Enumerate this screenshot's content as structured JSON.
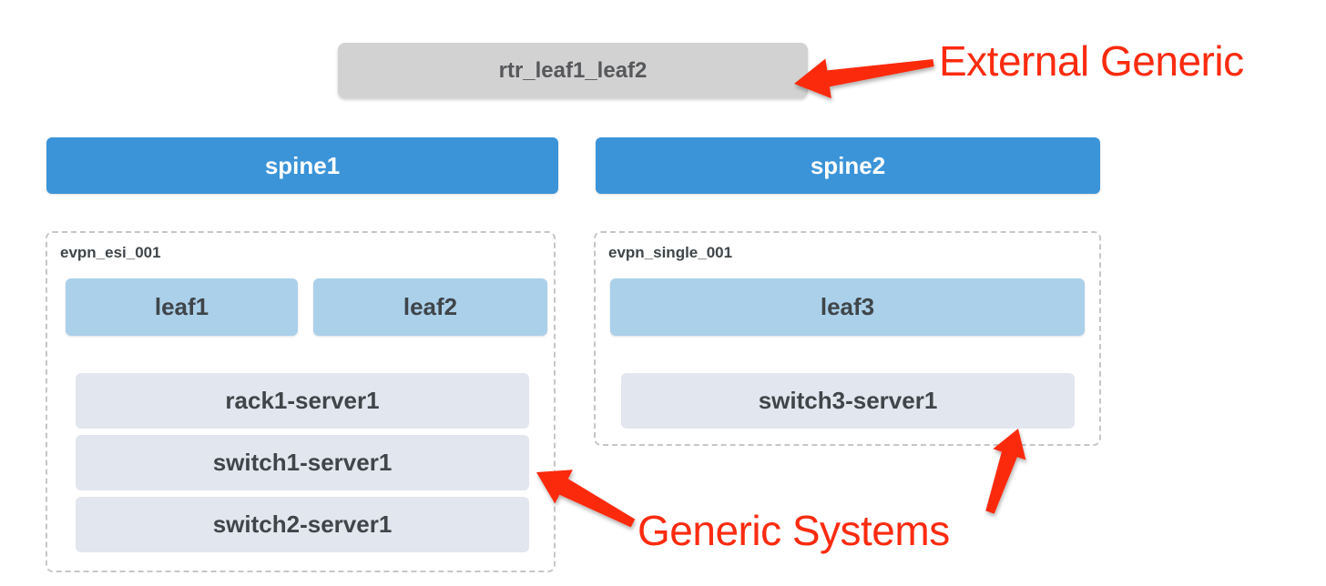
{
  "annotations": {
    "external_generic": "External Generic",
    "generic_systems": "Generic Systems"
  },
  "topology": {
    "external": {
      "label": "rtr_leaf1_leaf2"
    },
    "spines": [
      {
        "label": "spine1"
      },
      {
        "label": "spine2"
      }
    ],
    "groups": [
      {
        "label": "evpn_esi_001",
        "leafs": [
          {
            "label": "leaf1"
          },
          {
            "label": "leaf2"
          }
        ],
        "generic_systems": [
          {
            "label": "rack1-server1"
          },
          {
            "label": "switch1-server1"
          },
          {
            "label": "switch2-server1"
          }
        ]
      },
      {
        "label": "evpn_single_001",
        "leafs": [
          {
            "label": "leaf3"
          }
        ],
        "generic_systems": [
          {
            "label": "switch3-server1"
          }
        ]
      }
    ]
  },
  "colors": {
    "spine_blue": "#3b94d8",
    "leaf_blue": "#abd0ea",
    "generic_gray": "#e2e6ee",
    "external_gray": "#d2d2d2",
    "annotation_red": "#fb2b10",
    "node_text": "#3f4549",
    "external_text": "#57585b",
    "group_border": "#c6c6c6"
  }
}
